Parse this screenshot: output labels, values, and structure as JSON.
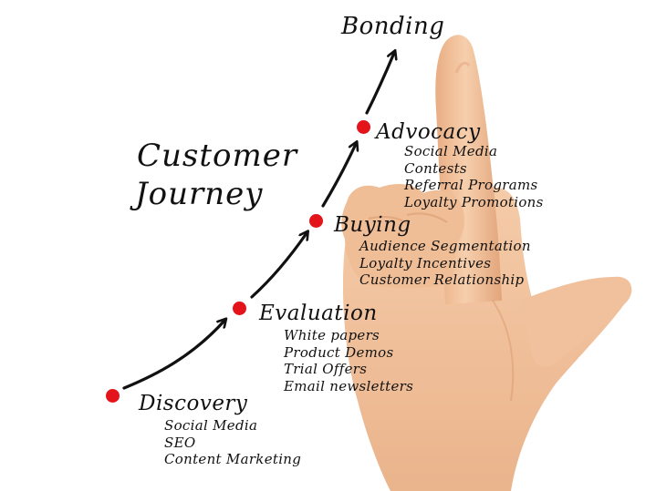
{
  "title_line1": "Customer",
  "title_line2": "Journey",
  "goal": "Bonding",
  "stages": [
    {
      "label": "Discovery",
      "items": [
        "Social Media",
        "SEO",
        "Content Marketing"
      ]
    },
    {
      "label": "Evaluation",
      "items": [
        "White papers",
        "Product Demos",
        "Trial Offers",
        "Email newsletters"
      ]
    },
    {
      "label": "Buying",
      "items": [
        "Audience Segmentation",
        "Loyalty Incentives",
        "Customer Relationship"
      ]
    },
    {
      "label": "Advocacy",
      "items": [
        "Social Media",
        "Contests",
        "Referral Programs",
        "Loyalty Promotions"
      ]
    }
  ],
  "colors": {
    "dot": "#e4141b",
    "text": "#111111",
    "arrow": "#111111",
    "skin": "#f3c29a",
    "skin_shadow": "#d99a6e"
  }
}
